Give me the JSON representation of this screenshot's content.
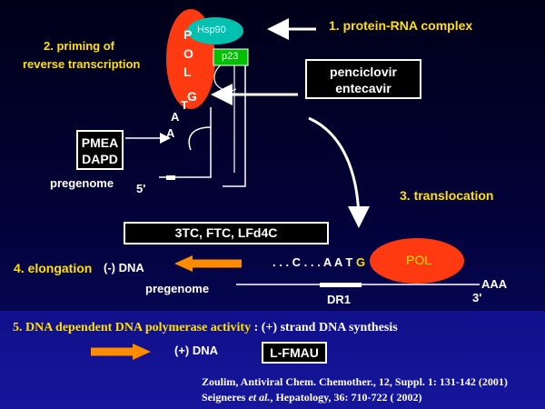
{
  "labels": {
    "step1": "1. protein-RNA complex",
    "step2_line1": "2. priming of",
    "step2_line2": "reverse transcription",
    "step3": "3. translocation",
    "step4": "4. elongation",
    "step5_bold": "5. DNA dependent DNA polymerase activity",
    "step5_rest": " : (+) strand DNA synthesis",
    "pregenome_top": "pregenome",
    "five_prime": "5'",
    "minus_dna": "(-) DNA",
    "pregenome_bottom": "pregenome",
    "plus_dna": "(+) DNA",
    "dr1": "DR1",
    "aaa": "AAA",
    "three_prime": "3'",
    "nt_A1": "A",
    "nt_T": "T",
    "nt_A2": "A",
    "sequence_prefix": ". . . C . . . A A T ",
    "sequence_g": "G"
  },
  "pol_protein": {
    "letters": [
      "P",
      "O",
      "L",
      "G"
    ],
    "hsp90": "Hsp90",
    "p23": "p23",
    "pol_label": "POL"
  },
  "drugs": {
    "penciclovir_line1": "penciclovir",
    "penciclovir_line2": "entecavir",
    "pmea_line1": "PMEA",
    "pmea_line2": "DAPD",
    "threetc": "3TC, FTC, LFd4C",
    "lfmau": "L-FMAU"
  },
  "references": {
    "ref1": "Zoulim, Antiviral Chem. Chemother., 12, Suppl. 1: 131-142 (2001)",
    "ref2_author": "Seigneres ",
    "ref2_etal": "et al.",
    "ref2_rest": ", Hepatology, 36: 710-722 ( 2002)"
  },
  "colors": {
    "pol_red": "#ff3a10",
    "hsp90_teal": "#00c0b0",
    "p23_green": "#00c000",
    "arrow_orange": "#ff8c00",
    "text_yellow": "#ffe000"
  }
}
